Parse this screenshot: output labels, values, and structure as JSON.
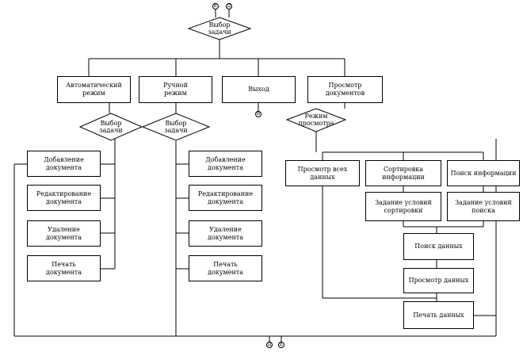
{
  "diagram": {
    "top_decision": [
      "Выбор",
      "задачи"
    ],
    "modes": {
      "auto": [
        "Автоматический",
        "режим"
      ],
      "manual": [
        "Ручной",
        "режим"
      ],
      "exit": [
        "Выход"
      ],
      "view": [
        "Просмотр",
        "документов"
      ]
    },
    "decisions": {
      "auto_choice": [
        "Выбор",
        "задачи"
      ],
      "manual_choice": [
        "Выбор",
        "задачи"
      ],
      "view_mode": [
        "Режим",
        "просмотра"
      ]
    },
    "auto_ops": [
      [
        "Добавление",
        "документа"
      ],
      [
        "Редактирование",
        "документа"
      ],
      [
        "Удаление",
        "документа"
      ],
      [
        "Печать",
        "документа"
      ]
    ],
    "manual_ops": [
      [
        "Добавление",
        "документа"
      ],
      [
        "Редактирование",
        "документа"
      ],
      [
        "Удаление",
        "документа"
      ],
      [
        "Печать",
        "документа"
      ]
    ],
    "view_ops": {
      "all": [
        "Просмотр всех",
        "данных"
      ],
      "sort": [
        "Сортировка",
        "информации"
      ],
      "search": [
        "Поиск информации"
      ],
      "sort_cond": [
        "Задание условий",
        "сортировки"
      ],
      "search_cond": [
        "Задание условий",
        "поиска"
      ],
      "find": [
        "Поиск данных"
      ],
      "view_data": [
        "Просмотр данных"
      ],
      "print": [
        "Печать данных"
      ]
    },
    "connectors": {
      "top_left": "Е",
      "top_right": "Д",
      "exit_below": "В",
      "bottom_left": "Д",
      "bottom_right": "Е"
    }
  }
}
